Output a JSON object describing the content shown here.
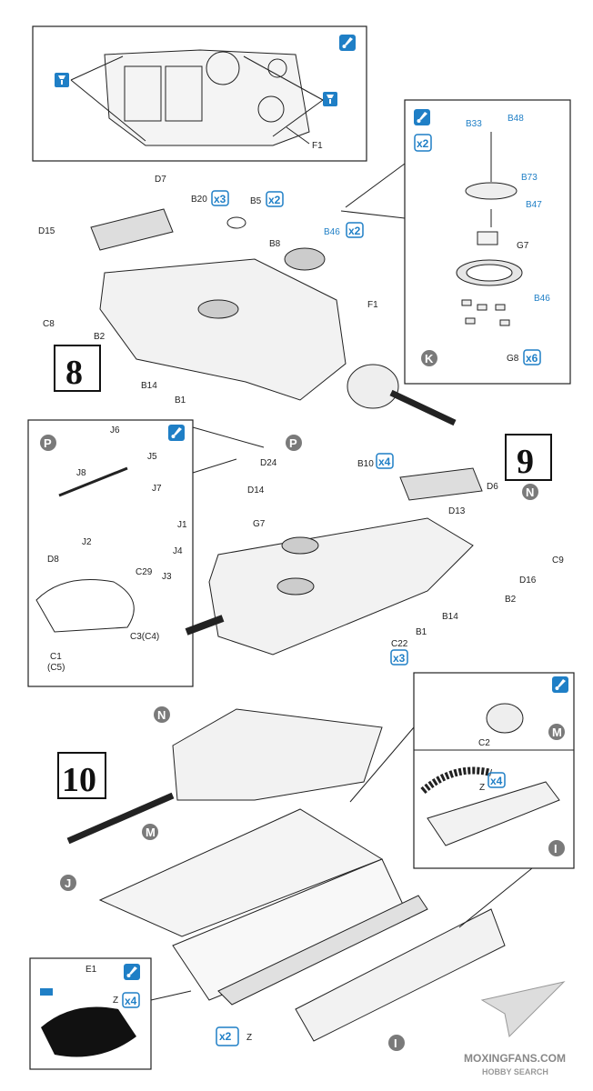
{
  "steps": {
    "s8": "8",
    "s9": "9",
    "s10": "10"
  },
  "subassembly_tags": {
    "K": "K",
    "P": "P",
    "N": "N",
    "M": "M",
    "J": "J",
    "I": "I"
  },
  "multipliers": {
    "x2": "x2",
    "x3": "x3",
    "x4": "x4",
    "x6": "x6",
    "x2z": "x2",
    "z": "Z"
  },
  "parts_step8": [
    "D7",
    "D15",
    "C8",
    "B2",
    "B14",
    "B1",
    "B20",
    "B5",
    "B8",
    "B46",
    "F1"
  ],
  "parts_inset_top": [
    "F1"
  ],
  "parts_inset_b": [
    "B33",
    "B48",
    "B73",
    "B47",
    "G7",
    "B46",
    "G8"
  ],
  "parts_inset_p": [
    "J6",
    "J5",
    "J8",
    "J7",
    "J1",
    "J2",
    "J4",
    "J3",
    "C29",
    "D8",
    "C1",
    "(C5)",
    "C3(C4)"
  ],
  "parts_step9": [
    "D24",
    "D14",
    "G7",
    "B10",
    "D6",
    "D13",
    "C9",
    "D16",
    "B2",
    "B14",
    "B1",
    "C22"
  ],
  "parts_inset_m": [
    "C2"
  ],
  "parts_inset_track": [
    "E1",
    "Z"
  ],
  "colors": {
    "accent_blue": "#1f7fc6",
    "tag_grey": "#7a7a7a",
    "line": "#222222"
  },
  "icons": [
    "paint-brush-icon",
    "cement-drop-icon"
  ],
  "watermark": {
    "site": "MOXINGFANS.COM",
    "sub": "HOBBY SEARCH"
  }
}
